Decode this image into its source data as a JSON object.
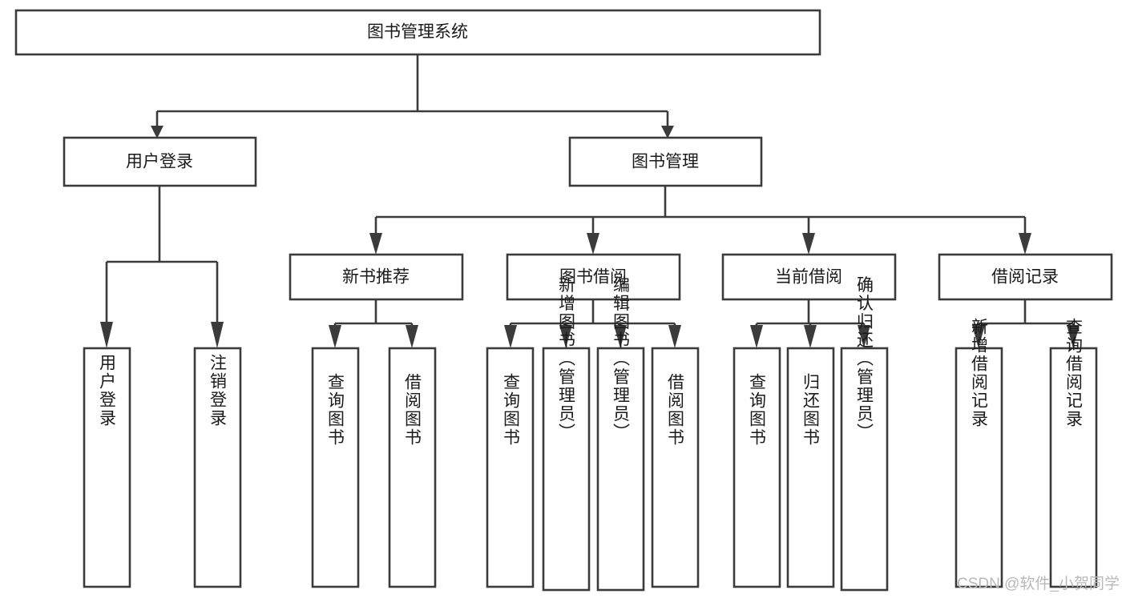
{
  "diagram": {
    "type": "tree",
    "title": "图书管理系统",
    "colors": {
      "box_stroke": "#3b3b3b",
      "box_fill": "#ffffff",
      "text": "#1a1a1a",
      "background": "#ffffff",
      "watermark": "#b9b9b9"
    },
    "root": {
      "id": "root",
      "label": "图书管理系统"
    },
    "level2": [
      {
        "id": "user-login",
        "label": "用户登录"
      },
      {
        "id": "book-management",
        "label": "图书管理"
      }
    ],
    "level3": [
      {
        "id": "new-book-recommend",
        "label": "新书推荐",
        "parent": "book-management"
      },
      {
        "id": "book-borrow",
        "label": "图书借阅",
        "parent": "book-management"
      },
      {
        "id": "current-borrow",
        "label": "当前借阅",
        "parent": "book-management"
      },
      {
        "id": "borrow-record",
        "label": "借阅记录",
        "parent": "book-management"
      }
    ],
    "leaves": [
      {
        "id": "leaf-user-login",
        "label": "用户登录",
        "parent": "user-login"
      },
      {
        "id": "leaf-logout",
        "label": "注销登录",
        "parent": "user-login"
      },
      {
        "id": "leaf-query-book-1",
        "label": "查询图书",
        "parent": "new-book-recommend"
      },
      {
        "id": "leaf-borrow-book-1",
        "label": "借阅图书",
        "parent": "new-book-recommend"
      },
      {
        "id": "leaf-query-book-2",
        "label": "查询图书",
        "parent": "book-borrow"
      },
      {
        "id": "leaf-add-book",
        "label": "新增图书（管理员）",
        "parent": "book-borrow"
      },
      {
        "id": "leaf-edit-book",
        "label": "编辑图书（管理员）",
        "parent": "book-borrow"
      },
      {
        "id": "leaf-borrow-book-2",
        "label": "借阅图书",
        "parent": "book-borrow"
      },
      {
        "id": "leaf-query-book-3",
        "label": "查询图书",
        "parent": "current-borrow"
      },
      {
        "id": "leaf-return-book",
        "label": "归还图书",
        "parent": "current-borrow"
      },
      {
        "id": "leaf-confirm-return",
        "label": "确认归还（管理员）",
        "parent": "current-borrow"
      },
      {
        "id": "leaf-add-record",
        "label": "新增借阅记录",
        "parent": "borrow-record"
      },
      {
        "id": "leaf-query-record",
        "label": "查询借阅记录",
        "parent": "borrow-record"
      }
    ]
  },
  "watermark": {
    "text": "CSDN @软件_小贺同学"
  }
}
